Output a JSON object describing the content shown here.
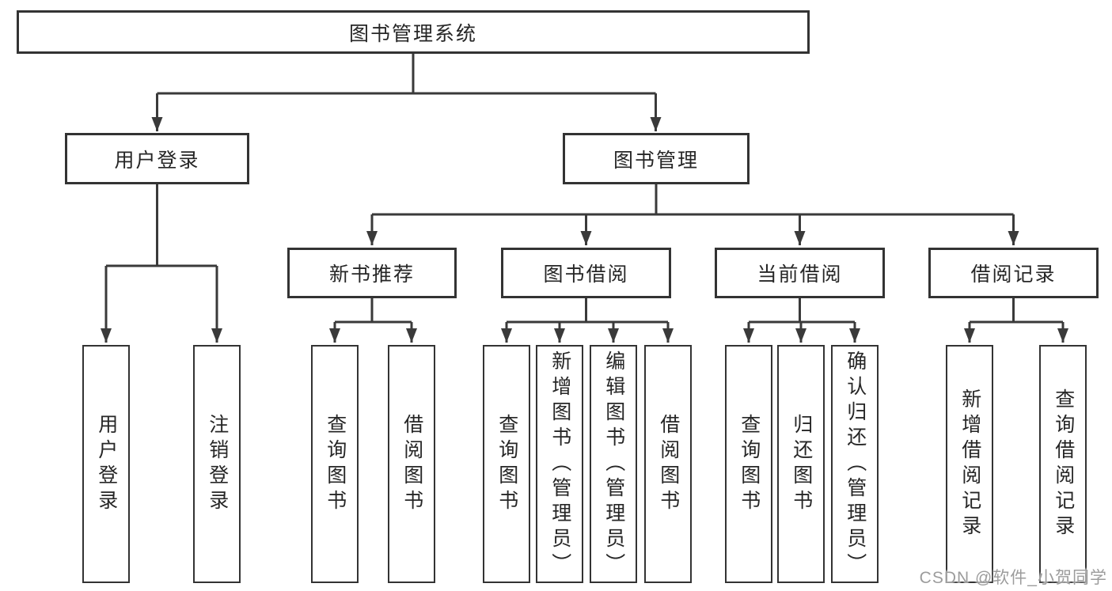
{
  "diagram": {
    "tree": {
      "label": "图书管理系统",
      "children": [
        {
          "label": "用户登录",
          "children": [
            {
              "label": "用户登录"
            },
            {
              "label": "注销登录"
            }
          ]
        },
        {
          "label": "图书管理",
          "children": [
            {
              "label": "新书推荐",
              "children": [
                {
                  "label": "查询图书"
                },
                {
                  "label": "借阅图书"
                }
              ]
            },
            {
              "label": "图书借阅",
              "children": [
                {
                  "label": "查询图书"
                },
                {
                  "label": "新增图书（管理员）"
                },
                {
                  "label": "编辑图书（管理员）"
                },
                {
                  "label": "借阅图书"
                }
              ]
            },
            {
              "label": "当前借阅",
              "children": [
                {
                  "label": "查询图书"
                },
                {
                  "label": "归还图书"
                },
                {
                  "label": "确认归还（管理员）"
                }
              ]
            },
            {
              "label": "借阅记录",
              "children": [
                {
                  "label": "新增借阅记录"
                },
                {
                  "label": "查询借阅记录"
                }
              ]
            }
          ]
        }
      ]
    },
    "colors": {
      "line": "#3a3a3a",
      "box_border": "#333333",
      "text": "#262626",
      "background": "#ffffff",
      "watermark": "#9c9c9c"
    }
  },
  "watermark": {
    "text": "CSDN @软件_小贺同学"
  }
}
